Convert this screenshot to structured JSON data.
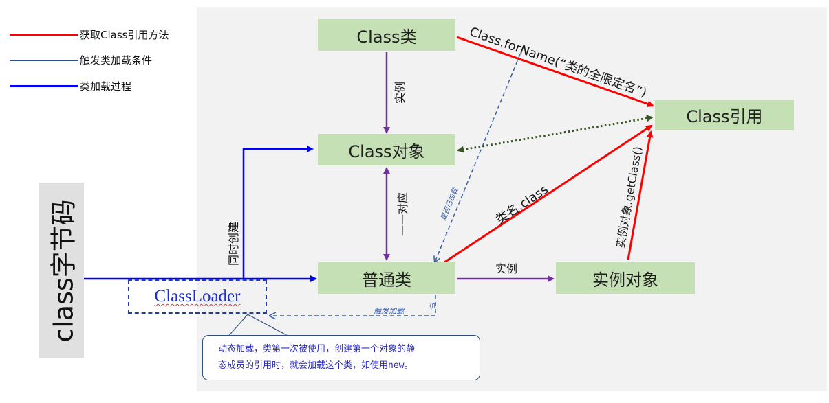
{
  "legend": [
    {
      "color": "#ff0000",
      "text": "获取Class引用方法",
      "style": "solid"
    },
    {
      "color": "#2f4f8f",
      "text": "触发类加载条件",
      "style": "dashed"
    },
    {
      "color": "#0000ff",
      "text": "类加载过程",
      "style": "solid"
    }
  ],
  "nodes": {
    "class_type": "Class类",
    "class_ref": "Class引用",
    "class_object": "Class对象",
    "normal_class": "普通类",
    "instance_object": "实例对象",
    "class_bytecode": "class字节码",
    "classloader": "ClassLoader"
  },
  "edges": {
    "instance_of_class": "实例",
    "one_to_one": "一一对应",
    "created_simultaneously": "同时创建",
    "is_loaded": "是否已加载",
    "no": "否",
    "trigger_load": "触发加载",
    "class_forname": "Class.forName(“类的全限定名”)",
    "classname_class": "类名.class",
    "instance_getclass": "实例对象.getClass()",
    "instantiate": "实例"
  },
  "note": {
    "line1": "动态加载，类第一次被使用，创建第一个对象的静",
    "line2": "态成员的引用时，就会加载这个类，如使用new。"
  },
  "colors": {
    "red": "#ff0000",
    "blue": "#0000ff",
    "dashed_blue": "#3a5fa8",
    "purple": "#7030a0",
    "dotted_green": "#385723",
    "node_fill": "#c5e0b4"
  }
}
